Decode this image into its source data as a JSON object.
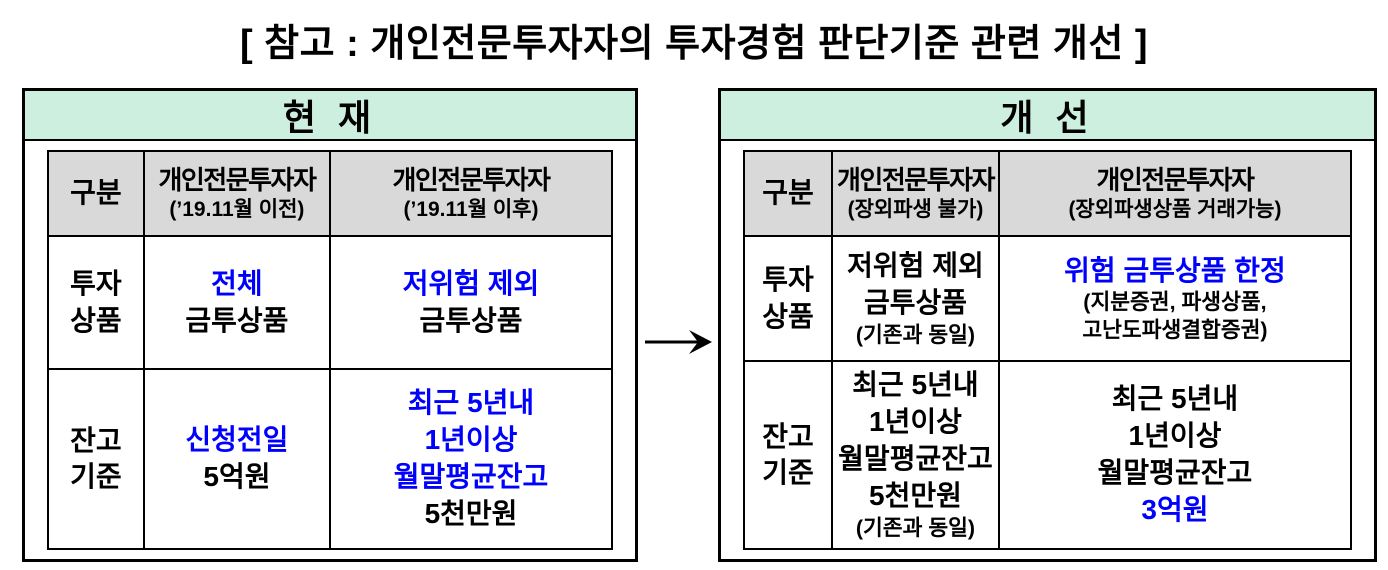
{
  "title": "[ 참고 : 개인전문투자자의 투자경험 판단기준 관련 개선 ]",
  "colors": {
    "panel_header_bg": "#ccefe0",
    "table_header_bg": "#d9d9d9",
    "highlight_text": "#0000ff",
    "body_text": "#000000",
    "border": "#000000"
  },
  "arrow": {
    "icon": "right-arrow",
    "symbol": "→"
  },
  "current": {
    "panel_title": "현 재",
    "table": {
      "header": {
        "col1": "구분",
        "col2_title": "개인전문투자자",
        "col2_sub": "(’19.11월 이전)",
        "col3_title": "개인전문투자자",
        "col3_sub": "(’19.11월 이후)"
      },
      "row_product": {
        "label_line1": "투자",
        "label_line2": "상품",
        "before_highlight": "전체",
        "before_rest": "금투상품",
        "after_highlight": "저위험 제외",
        "after_rest": "금투상품"
      },
      "row_balance": {
        "label_line1": "잔고",
        "label_line2": "기준",
        "before_highlight": "신청전일",
        "before_rest": "5억원",
        "after_highlight_line1": "최근 5년내",
        "after_highlight_line2": "1년이상",
        "after_highlight_line3": "월말평균잔고",
        "after_rest": "5천만원"
      }
    }
  },
  "improved": {
    "panel_title": "개 선",
    "table": {
      "header": {
        "col1": "구분",
        "col2_title": "개인전문투자자",
        "col2_sub": "(장외파생 불가)",
        "col3_title": "개인전문투자자",
        "col3_sub": "(장외파생상품 거래가능)"
      },
      "row_product": {
        "label_line1": "투자",
        "label_line2": "상품",
        "otc_line1": "저위험 제외",
        "otc_line2": "금투상품",
        "otc_line3": "(기존과 동일)",
        "deriv_highlight": "위험 금투상품 한정",
        "deriv_sub_line1": "(지분증권, 파생상품,",
        "deriv_sub_line2": "고난도파생결합증권)"
      },
      "row_balance": {
        "label_line1": "잔고",
        "label_line2": "기준",
        "otc_line1": "최근 5년내",
        "otc_line2": "1년이상",
        "otc_line3": "월말평균잔고",
        "otc_line4": "5천만원",
        "otc_line5": "(기존과 동일)",
        "deriv_line1": "최근 5년내",
        "deriv_line2": "1년이상",
        "deriv_line3": "월말평균잔고",
        "deriv_highlight": "3억원"
      }
    }
  }
}
